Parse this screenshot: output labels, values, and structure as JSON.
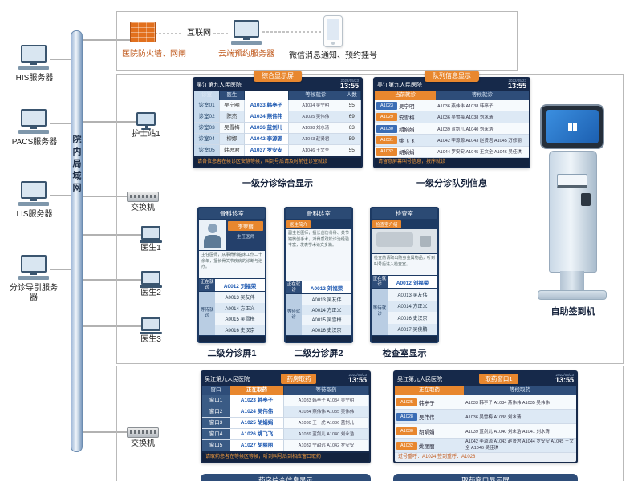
{
  "external": {
    "firewall_label": "医院防火墙、网闸",
    "internet_label": "互联网",
    "cloud_label": "云端预约服务器",
    "wechat_label": "微信消息通知、预约挂号"
  },
  "lan_label": "院内局域网",
  "servers": [
    {
      "label": "HIS服务器"
    },
    {
      "label": "PACS服务器"
    },
    {
      "label": "LIS服务器"
    },
    {
      "label": "分诊导引服务器"
    }
  ],
  "devices": {
    "nurse_station": "护士站1",
    "switch_mid": "交换机",
    "switch_bottom": "交换机",
    "doctors": [
      "医生1",
      "医生2",
      "医生3"
    ],
    "kiosk_caption": "自助签到机"
  },
  "screens": {
    "comp": {
      "tag": "综合显示屏",
      "hospital": "吴江第九人民医院",
      "date": "2022/05/23",
      "time": "13:55",
      "columns": [
        "诊室",
        "医生",
        "当前就诊",
        "等候就诊",
        "人数"
      ],
      "rows": [
        {
          "room": "诊室01",
          "doctor": "吴宁明",
          "current": "A1033 韩亭子",
          "waiting": "A1034 吴宁明",
          "count": "55"
        },
        {
          "room": "诊室02",
          "doctor": "陈杰",
          "current": "A1034 燕伟伟",
          "waiting": "A1035 吴伟伟",
          "count": "69"
        },
        {
          "room": "诊室03",
          "doctor": "吴雪梅",
          "current": "A1036 蓝剑儿",
          "waiting": "A1038 刘水清",
          "count": "63"
        },
        {
          "room": "诊室04",
          "doctor": "柳娜",
          "current": "A1042 李源源",
          "waiting": "A1043 赵贤君",
          "count": "59"
        },
        {
          "room": "诊室05",
          "doctor": "韩思君",
          "current": "A1037 罗安安",
          "waiting": "A1046 王文全",
          "count": "55"
        }
      ],
      "ticker": "请各位患者在候诊区安静等候，叫到号后请及时前往诊室就诊",
      "caption": "一级分诊综合显示"
    },
    "queue": {
      "tag": "队列信息显示",
      "hospital": "吴江第九人民医院",
      "date": "2022/05/23",
      "time": "13:55",
      "col_current": "当前就诊",
      "col_waiting": "等候就诊",
      "rows": [
        {
          "num": "A1023",
          "name": "吴宁明",
          "hl": false,
          "waiting": "A1036 燕伟伟  A1038 韩亭子"
        },
        {
          "num": "A1029",
          "name": "安雪梅",
          "hl": true,
          "waiting": "A1036 吴雪梅  A1038 刘水清"
        },
        {
          "num": "A1030",
          "name": "胡娟娟",
          "hl": false,
          "waiting": "A1039 蓝剑儿  A1040 刘永浩"
        },
        {
          "num": "A1031",
          "name": "姚飞飞",
          "hl": true,
          "waiting": "A1042 李源源  A1043 赵贤君  A1045 万修丽"
        },
        {
          "num": "A1032",
          "name": "胡娟娟",
          "hl": true,
          "waiting": "A1044 罗安安  A1045 王文全  A1046 吴佳琪"
        }
      ],
      "ticker": "请留意屏幕叫号信息，按序就诊",
      "caption": "一级分诊队列信息"
    },
    "l2a": {
      "header": "骨科诊室",
      "doctor_name": "李翠丽",
      "doctor_title": "主任医师",
      "intro": "主任医师，从事骨科临床工作二十余年，擅长骨关节疾病的诊断与治疗。",
      "current_label": "正在就诊",
      "current": "A0012 刘福荣",
      "waiting_label": "等待就诊",
      "waiting": [
        "A0013 吴友伟",
        "A0014 方正义",
        "A0015 吴雪梅",
        "A0016 史汉京"
      ],
      "caption": "二级分诊屏1"
    },
    "l2b": {
      "header": "骨科诊室",
      "intro_tag": "医生简介",
      "intro": "副主任医师，擅长创伤骨科、关节镜微创手术，对骨质疏松诊治经验丰富，发表学术论文多篇。",
      "current_label": "正在就诊",
      "current": "A0012 刘福荣",
      "waiting_label": "等待就诊",
      "waiting": [
        "A0013 吴友伟",
        "A0014 方正义",
        "A0015 吴雪梅",
        "A0016 史汉京"
      ],
      "caption": "二级分诊屏2"
    },
    "exam": {
      "header": "检查室",
      "intro_tag": "检查室介绍",
      "intro": "检查前请取出随身金属物品，听到叫号后进入检查室。",
      "current_label": "正在就诊",
      "current": "A0012 刘福荣",
      "waiting_label": "等待就诊",
      "waiting": [
        "A0013 吴友伟",
        "A0014 方正义",
        "A0016 史汉京",
        "A0017 吴俊鹏"
      ],
      "caption": "检查室显示"
    },
    "ph_main": {
      "tag": "药房取药",
      "hospital": "吴江第九人民医院",
      "date": "2022/05/23",
      "time": "13:55",
      "columns": [
        "窗口",
        "正在取药",
        "等待取药"
      ],
      "rows": [
        {
          "window": "窗口1",
          "current": "A1023 韩亭子",
          "waiting": "A1033 韩亭子  A1034 吴宁明"
        },
        {
          "window": "窗口2",
          "current": "A1024 吴伟伟",
          "waiting": "A1034 燕伟伟  A1035 吴伟伟"
        },
        {
          "window": "窗口3",
          "current": "A1025 胡娟娟",
          "waiting": "A1030 王一虎  A1036 蓝剑儿"
        },
        {
          "window": "窗口4",
          "current": "A1026 姚飞飞",
          "waiting": "A1039 蓝剑儿  A1040 刘永浩"
        },
        {
          "window": "窗口5",
          "current": "A1027 胡丽丽",
          "waiting": "A1032 宁甜远  A1042 罗安安"
        }
      ],
      "ticker": "请取药患者在等候区等候，听到叫号后到相应窗口取药",
      "caption": "药房综合信息显示"
    },
    "ph_win": {
      "tag": "取药窗口1",
      "hospital": "吴江第九人民医院",
      "date": "2022/05/23",
      "time": "13:55",
      "col_current": "正在取药",
      "col_waiting": "等候取药",
      "rows": [
        {
          "num": "A1025",
          "name": "韩亭子",
          "hl": true,
          "waiting": "A1033 韩亭子  A1034 燕伟伟  A1035 吴伟伟"
        },
        {
          "num": "A1028",
          "name": "吴伟伟",
          "hl": false,
          "waiting": "A1036 吴雪梅  A1038 刘水清"
        },
        {
          "num": "A1030",
          "name": "胡娟娟",
          "hl": true,
          "waiting": "A1039 蓝剑儿  A1040 刘永浩  A1041 刘水清"
        },
        {
          "num": "A1032",
          "name": "姚丽丽",
          "hl": true,
          "waiting": "A1042 李源源  A1043 赵贤君  A1044 罗安安  A1045 王文全  A1046 吴佳琪"
        }
      ],
      "footer": "过号重呼：A1024    签到重呼：A1028",
      "caption": "取药窗口显示屏"
    }
  }
}
